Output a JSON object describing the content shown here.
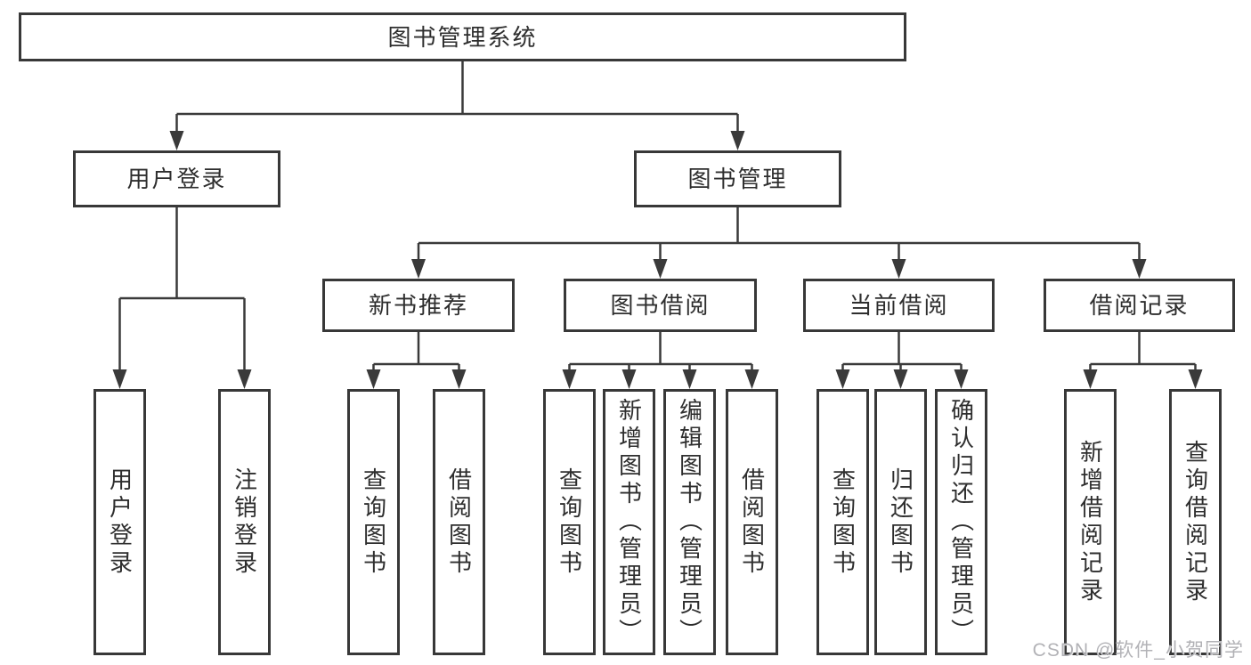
{
  "diagram": {
    "kind": "hierarchy",
    "tree": {
      "root": {
        "label": "图书管理系统",
        "children": [
          {
            "label": "用户登录",
            "children": [
              {
                "label": "用户登录"
              },
              {
                "label": "注销登录"
              }
            ]
          },
          {
            "label": "图书管理",
            "children": [
              {
                "label": "新书推荐",
                "children": [
                  {
                    "label": "查询图书"
                  },
                  {
                    "label": "借阅图书"
                  }
                ]
              },
              {
                "label": "图书借阅",
                "children": [
                  {
                    "label": "查询图书"
                  },
                  {
                    "label": "新增图书（管理员）"
                  },
                  {
                    "label": "编辑图书（管理员）"
                  },
                  {
                    "label": "借阅图书"
                  }
                ]
              },
              {
                "label": "当前借阅",
                "children": [
                  {
                    "label": "查询图书"
                  },
                  {
                    "label": "归还图书"
                  },
                  {
                    "label": "确认归还（管理员）"
                  }
                ]
              },
              {
                "label": "借阅记录",
                "children": [
                  {
                    "label": "新增借阅记录"
                  },
                  {
                    "label": "查询借阅记录"
                  }
                ]
              }
            ]
          }
        ]
      }
    },
    "colors": {
      "box_border": "#383838",
      "connector_line": "#3a3a3a",
      "text": "#2e2e2e",
      "background": "#ffffff",
      "watermark": "#b2b2b6"
    }
  },
  "watermark": {
    "text": "CSDN @软件_小贺同学"
  }
}
